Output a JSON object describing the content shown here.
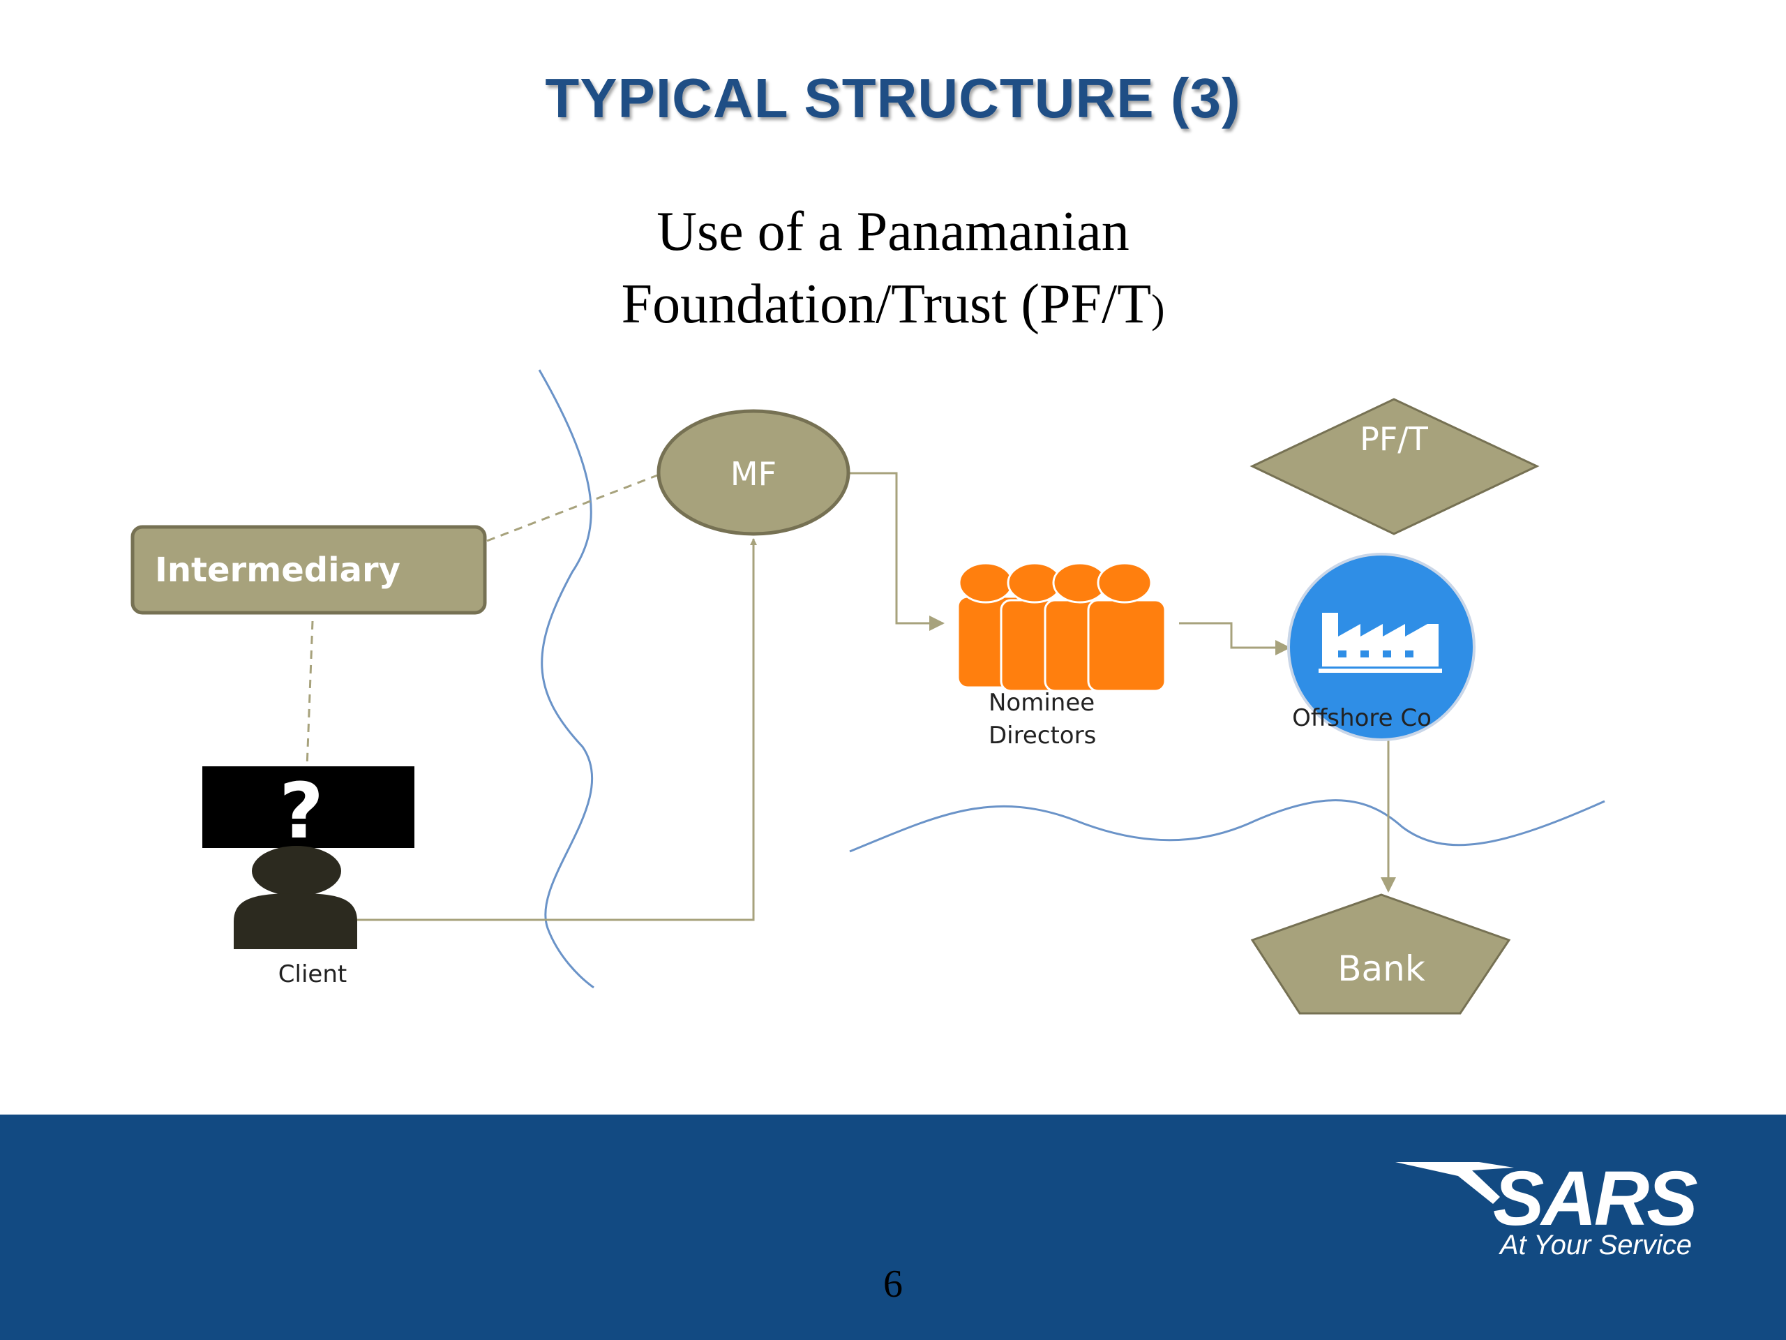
{
  "slide": {
    "title": "TYPICAL STRUCTURE (3)",
    "subtitle_line1": "Use of a Panamanian",
    "subtitle_line2": "Foundation/Trust (PF/T",
    "subtitle_paren": ")",
    "page_number": "6"
  },
  "diagram": {
    "nodes": {
      "intermediary": "Intermediary",
      "mf": "MF",
      "pft": "PF/T",
      "client": "Client",
      "question_mark": "?",
      "nominee_line1": "Nominee",
      "nominee_line2": "Directors",
      "offshore": "Offshore Co",
      "bank": "Bank"
    },
    "icons": [
      "question-mark-icon",
      "person-icon",
      "group-icon",
      "factory-icon"
    ]
  },
  "branding": {
    "logo_text": "SARS",
    "tagline": "At Your Service"
  },
  "colors": {
    "title": "#1f4e85",
    "node_fill": "#a7a27c",
    "node_border": "#767153",
    "nominee_fill": "#ff7f0e",
    "offshore_fill": "#2f8ee6",
    "boundary_line": "#6a93c8",
    "footer": "#124a82"
  }
}
